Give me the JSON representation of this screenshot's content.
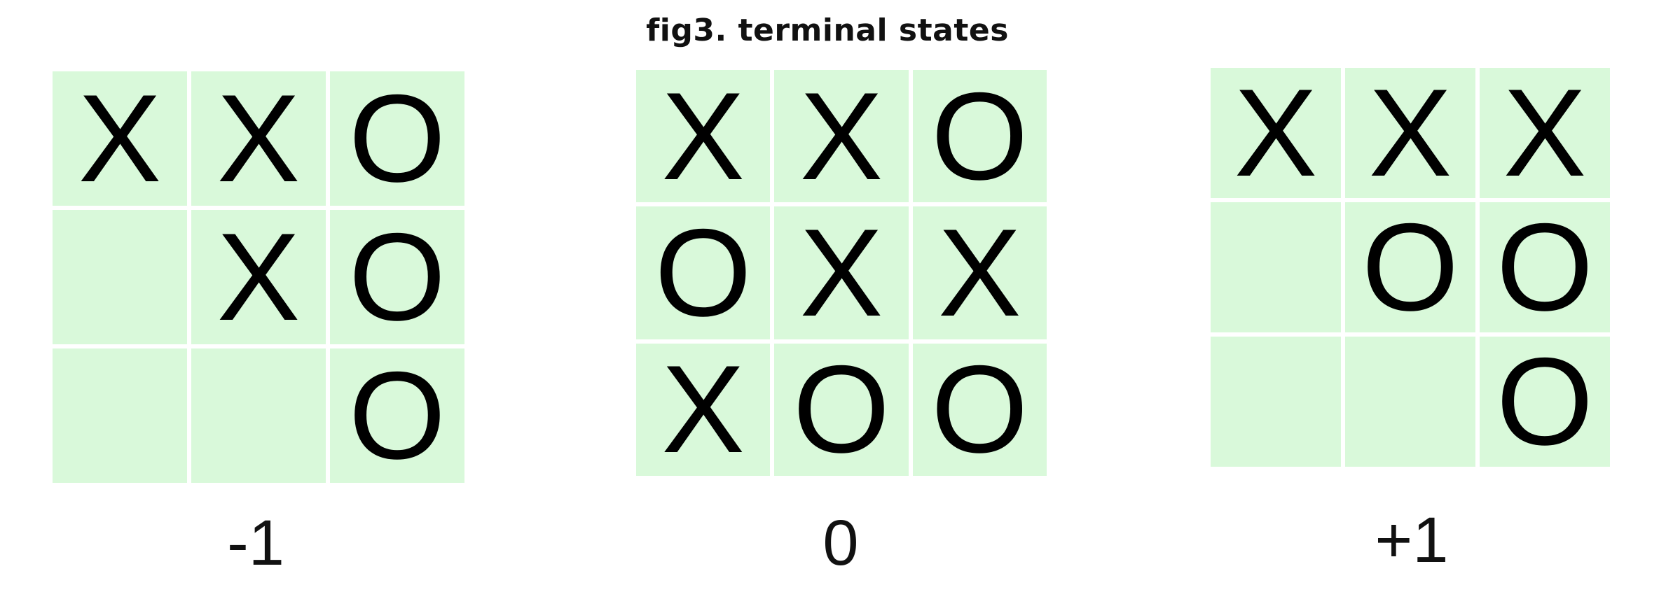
{
  "figure": {
    "title": "fig3. terminal states"
  },
  "boards": [
    {
      "cells": [
        "X",
        "X",
        "O",
        "",
        "X",
        "O",
        "",
        "",
        "O"
      ],
      "score": "-1"
    },
    {
      "cells": [
        "X",
        "X",
        "O",
        "O",
        "X",
        "X",
        "X",
        "O",
        "O"
      ],
      "score": "0"
    },
    {
      "cells": [
        "X",
        "X",
        "X",
        "",
        "O",
        "O",
        "",
        "",
        "O"
      ],
      "score": "+1"
    }
  ],
  "colors": {
    "cell_background": "#d9f9da",
    "mark": "#000000"
  }
}
